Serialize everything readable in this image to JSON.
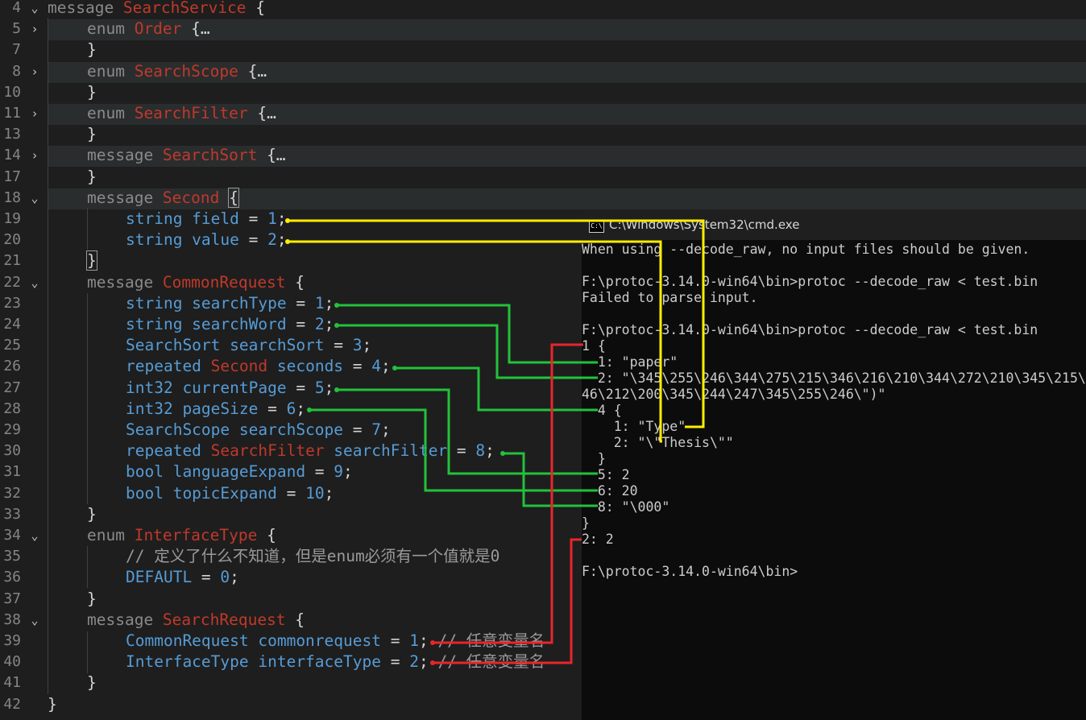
{
  "editor": {
    "lines": [
      {
        "n": "4",
        "fold": "v",
        "indent": 0,
        "tokens": [
          {
            "c": "kw",
            "t": "message "
          },
          {
            "c": "nm",
            "t": "SearchService"
          },
          {
            "c": "pl",
            "t": " {"
          }
        ]
      },
      {
        "n": "5",
        "fold": ">",
        "indent": 1,
        "hl": true,
        "tokens": [
          {
            "c": "kw",
            "t": "enum "
          },
          {
            "c": "nm",
            "t": "Order"
          },
          {
            "c": "pl",
            "t": " {…"
          }
        ]
      },
      {
        "n": "7",
        "fold": "",
        "indent": 1,
        "tokens": [
          {
            "c": "pl",
            "t": "}"
          }
        ]
      },
      {
        "n": "8",
        "fold": ">",
        "indent": 1,
        "hl": true,
        "tokens": [
          {
            "c": "kw",
            "t": "enum "
          },
          {
            "c": "nm",
            "t": "SearchScope"
          },
          {
            "c": "pl",
            "t": " {…"
          }
        ]
      },
      {
        "n": "10",
        "fold": "",
        "indent": 1,
        "tokens": [
          {
            "c": "pl",
            "t": "}"
          }
        ]
      },
      {
        "n": "11",
        "fold": ">",
        "indent": 1,
        "hl": true,
        "tokens": [
          {
            "c": "kw",
            "t": "enum "
          },
          {
            "c": "nm",
            "t": "SearchFilter"
          },
          {
            "c": "pl",
            "t": " {…"
          }
        ]
      },
      {
        "n": "13",
        "fold": "",
        "indent": 1,
        "tokens": [
          {
            "c": "pl",
            "t": "}"
          }
        ]
      },
      {
        "n": "14",
        "fold": ">",
        "indent": 1,
        "hl": true,
        "tokens": [
          {
            "c": "kw",
            "t": "message "
          },
          {
            "c": "nm",
            "t": "SearchSort"
          },
          {
            "c": "pl",
            "t": " {…"
          }
        ]
      },
      {
        "n": "17",
        "fold": "",
        "indent": 1,
        "tokens": [
          {
            "c": "pl",
            "t": "}"
          }
        ]
      },
      {
        "n": "18",
        "fold": "v",
        "indent": 1,
        "hl": true,
        "tokens": [
          {
            "c": "kw",
            "t": "message "
          },
          {
            "c": "nm",
            "t": "Second"
          },
          {
            "c": "pl",
            "t": " "
          },
          {
            "c": "pl boxbrace",
            "t": "{"
          }
        ]
      },
      {
        "n": "19",
        "fold": "",
        "indent": 2,
        "tokens": [
          {
            "c": "ty",
            "t": "string field"
          },
          {
            "c": "pl",
            "t": " = "
          },
          {
            "c": "ty",
            "t": "1"
          },
          {
            "c": "pl",
            "t": ";"
          }
        ]
      },
      {
        "n": "20",
        "fold": "",
        "indent": 2,
        "tokens": [
          {
            "c": "ty",
            "t": "string value"
          },
          {
            "c": "pl",
            "t": " = "
          },
          {
            "c": "ty",
            "t": "2"
          },
          {
            "c": "pl",
            "t": ";"
          }
        ]
      },
      {
        "n": "21",
        "fold": "",
        "indent": 1,
        "tokens": [
          {
            "c": "pl boxbrace",
            "t": "}"
          }
        ]
      },
      {
        "n": "22",
        "fold": "v",
        "indent": 1,
        "tokens": [
          {
            "c": "kw",
            "t": "message "
          },
          {
            "c": "nm",
            "t": "CommonRequest"
          },
          {
            "c": "pl",
            "t": " {"
          }
        ]
      },
      {
        "n": "23",
        "fold": "",
        "indent": 2,
        "tokens": [
          {
            "c": "ty",
            "t": "string searchType"
          },
          {
            "c": "pl",
            "t": " = "
          },
          {
            "c": "ty",
            "t": "1"
          },
          {
            "c": "pl",
            "t": ";"
          }
        ]
      },
      {
        "n": "24",
        "fold": "",
        "indent": 2,
        "tokens": [
          {
            "c": "ty",
            "t": "string searchWord"
          },
          {
            "c": "pl",
            "t": " = "
          },
          {
            "c": "ty",
            "t": "2"
          },
          {
            "c": "pl",
            "t": ";"
          }
        ]
      },
      {
        "n": "25",
        "fold": "",
        "indent": 2,
        "tokens": [
          {
            "c": "ty",
            "t": "SearchSort searchSort"
          },
          {
            "c": "pl",
            "t": " = "
          },
          {
            "c": "ty",
            "t": "3"
          },
          {
            "c": "pl",
            "t": ";"
          }
        ]
      },
      {
        "n": "26",
        "fold": "",
        "indent": 2,
        "tokens": [
          {
            "c": "ty",
            "t": "repeated "
          },
          {
            "c": "nm",
            "t": "Second"
          },
          {
            "c": "ty",
            "t": " seconds"
          },
          {
            "c": "pl",
            "t": " = "
          },
          {
            "c": "ty",
            "t": "4"
          },
          {
            "c": "pl",
            "t": ";"
          }
        ]
      },
      {
        "n": "27",
        "fold": "",
        "indent": 2,
        "tokens": [
          {
            "c": "ty",
            "t": "int32 currentPage"
          },
          {
            "c": "pl",
            "t": " = "
          },
          {
            "c": "ty",
            "t": "5"
          },
          {
            "c": "pl",
            "t": ";"
          }
        ]
      },
      {
        "n": "28",
        "fold": "",
        "indent": 2,
        "tokens": [
          {
            "c": "ty",
            "t": "int32 pageSize"
          },
          {
            "c": "pl",
            "t": " = "
          },
          {
            "c": "ty",
            "t": "6"
          },
          {
            "c": "pl",
            "t": ";"
          }
        ]
      },
      {
        "n": "29",
        "fold": "",
        "indent": 2,
        "tokens": [
          {
            "c": "ty",
            "t": "SearchScope searchScope"
          },
          {
            "c": "pl",
            "t": " = "
          },
          {
            "c": "ty",
            "t": "7"
          },
          {
            "c": "pl",
            "t": ";"
          }
        ]
      },
      {
        "n": "30",
        "fold": "",
        "indent": 2,
        "tokens": [
          {
            "c": "ty",
            "t": "repeated "
          },
          {
            "c": "nm",
            "t": "SearchFilter"
          },
          {
            "c": "ty",
            "t": " searchFilter"
          },
          {
            "c": "pl",
            "t": " = "
          },
          {
            "c": "ty",
            "t": "8"
          },
          {
            "c": "pl",
            "t": ";"
          }
        ]
      },
      {
        "n": "31",
        "fold": "",
        "indent": 2,
        "tokens": [
          {
            "c": "ty",
            "t": "bool languageExpand"
          },
          {
            "c": "pl",
            "t": " = "
          },
          {
            "c": "ty",
            "t": "9"
          },
          {
            "c": "pl",
            "t": ";"
          }
        ]
      },
      {
        "n": "32",
        "fold": "",
        "indent": 2,
        "tokens": [
          {
            "c": "ty",
            "t": "bool topicExpand"
          },
          {
            "c": "pl",
            "t": " = "
          },
          {
            "c": "ty",
            "t": "10"
          },
          {
            "c": "pl",
            "t": ";"
          }
        ]
      },
      {
        "n": "33",
        "fold": "",
        "indent": 1,
        "tokens": [
          {
            "c": "pl",
            "t": "}"
          }
        ]
      },
      {
        "n": "34",
        "fold": "v",
        "indent": 1,
        "tokens": [
          {
            "c": "kw",
            "t": "enum "
          },
          {
            "c": "nm",
            "t": "InterfaceType"
          },
          {
            "c": "pl",
            "t": " {"
          }
        ]
      },
      {
        "n": "35",
        "fold": "",
        "indent": 2,
        "tokens": [
          {
            "c": "cm",
            "t": "// 定义了什么不知道，但是enum必须有一个值就是0"
          }
        ]
      },
      {
        "n": "36",
        "fold": "",
        "indent": 2,
        "tokens": [
          {
            "c": "ty",
            "t": "DEFAUTL"
          },
          {
            "c": "pl",
            "t": " = "
          },
          {
            "c": "ty",
            "t": "0"
          },
          {
            "c": "pl",
            "t": ";"
          }
        ]
      },
      {
        "n": "37",
        "fold": "",
        "indent": 1,
        "tokens": [
          {
            "c": "pl",
            "t": "}"
          }
        ]
      },
      {
        "n": "38",
        "fold": "v",
        "indent": 1,
        "tokens": [
          {
            "c": "kw",
            "t": "message "
          },
          {
            "c": "nm",
            "t": "SearchRequest"
          },
          {
            "c": "pl",
            "t": " {"
          }
        ]
      },
      {
        "n": "39",
        "fold": "",
        "indent": 2,
        "tokens": [
          {
            "c": "ty",
            "t": "CommonRequest commonrequest"
          },
          {
            "c": "pl",
            "t": " = "
          },
          {
            "c": "ty",
            "t": "1"
          },
          {
            "c": "pl",
            "t": "; "
          },
          {
            "c": "cm",
            "t": "// 任意变量名"
          }
        ]
      },
      {
        "n": "40",
        "fold": "",
        "indent": 2,
        "tokens": [
          {
            "c": "ty",
            "t": "InterfaceType interfaceType"
          },
          {
            "c": "pl",
            "t": " = "
          },
          {
            "c": "ty",
            "t": "2"
          },
          {
            "c": "pl",
            "t": "; "
          },
          {
            "c": "cm",
            "t": "// 任意变量名"
          }
        ]
      },
      {
        "n": "41",
        "fold": "",
        "indent": 1,
        "tokens": [
          {
            "c": "pl",
            "t": "}"
          }
        ]
      },
      {
        "n": "42",
        "fold": "",
        "indent": 0,
        "tokens": [
          {
            "c": "pl",
            "t": "}"
          }
        ]
      }
    ]
  },
  "terminal": {
    "title": "C:\\Windows\\System32\\cmd.exe",
    "icon": "cmd-window-icon",
    "icon_text": "C:\\",
    "lines": [
      "When using --decode_raw, no input files should be given.",
      "",
      "F:\\protoc-3.14.0-win64\\bin>protoc --decode_raw < test.bin",
      "Failed to parse input.",
      "",
      "F:\\protoc-3.14.0-win64\\bin>protoc --decode_raw < test.bin",
      "1 {",
      "  1: \"paper\"",
      "  2: \"\\345\\255\\246\\344\\275\\215\\346\\216\\210\\344\\272\\210\\345\\215\\",
      "46\\212\\200\\345\\244\\247\\345\\255\\246\\\")\"",
      "  4 {",
      "    1: \"Type\"",
      "    2: \"\\\"Thesis\\\"\"",
      "  }",
      "  5: 2",
      "  6: 20",
      "  8: \"\\000\"",
      "}",
      "2: 2",
      "",
      "F:\\protoc-3.14.0-win64\\bin>"
    ]
  },
  "colors": {
    "yellow": "#ffee00",
    "green": "#22c23a",
    "red": "#e8262a"
  }
}
